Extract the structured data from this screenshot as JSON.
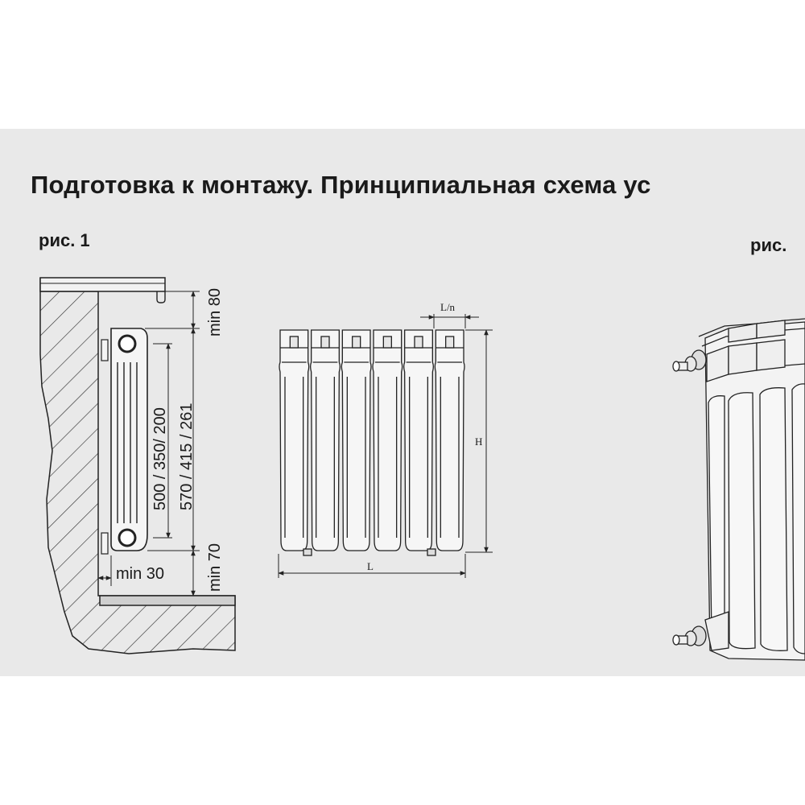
{
  "heading": "Подготовка к монтажу. Принципиальная схема ус",
  "figures": {
    "fig1_label": "рис. 1",
    "fig2_label": "рис."
  },
  "dimensions": {
    "top_clearance": "min 80",
    "bottom_clearance": "min 70",
    "wall_clearance": "min 30",
    "center_distances": "500 / 350/ 200",
    "heights": "570 / 415 / 261",
    "section_width": "L/n",
    "height": "H",
    "length": "L"
  }
}
